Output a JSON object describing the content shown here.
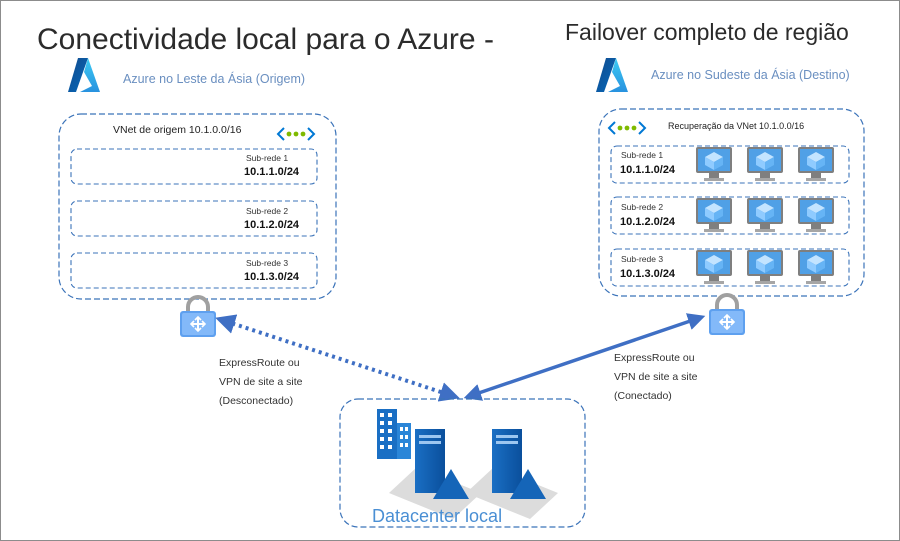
{
  "title_left": "Conectividade local para o Azure -",
  "title_right": "Failover completo de região",
  "source": {
    "region_label": "Azure no Leste da Ásia (Origem)",
    "vnet_title": "VNet de origem 10.1.0.0/16",
    "subnets": [
      {
        "name": "Sub-rede 1",
        "cidr": "10.1.1.0/24"
      },
      {
        "name": "Sub-rede 2",
        "cidr": "10.1.2.0/24"
      },
      {
        "name": "Sub-rede 3",
        "cidr": "10.1.3.0/24"
      }
    ]
  },
  "target": {
    "region_label": "Azure no Sudeste da Ásia (Destino)",
    "vnet_title": "Recuperação da VNet 10.1.0.0/16",
    "subnets": [
      {
        "name": "Sub-rede 1",
        "cidr": "10.1.1.0/24",
        "vm_count": 3
      },
      {
        "name": "Sub-rede 2",
        "cidr": "10.1.2.0/24",
        "vm_count": 3
      },
      {
        "name": "Sub-rede 3",
        "cidr": "10.1.3.0/24",
        "vm_count": 3
      }
    ]
  },
  "connection_left": {
    "line1": "ExpressRoute ou",
    "line2": "VPN de site a site",
    "line3": "(Desconectado)",
    "style": "dotted"
  },
  "connection_right": {
    "line1": "ExpressRoute ou",
    "line2": "VPN de site a site",
    "line3": "(Conectado)",
    "style": "solid"
  },
  "datacenter_label": "Datacenter local",
  "colors": {
    "azure_blue": "#0078d4",
    "dash_border": "#3b73b9",
    "link": "#3f6fc4",
    "label_blue": "#6a8fc0",
    "vnet_green": "#7fba00"
  },
  "icons": {
    "azure_logo": "azure-logo-icon",
    "vnet": "vnet-icon",
    "vpn_gateway": "vpn-gateway-icon",
    "vm": "virtual-machine-icon",
    "building": "building-icon",
    "server": "server-icon"
  }
}
